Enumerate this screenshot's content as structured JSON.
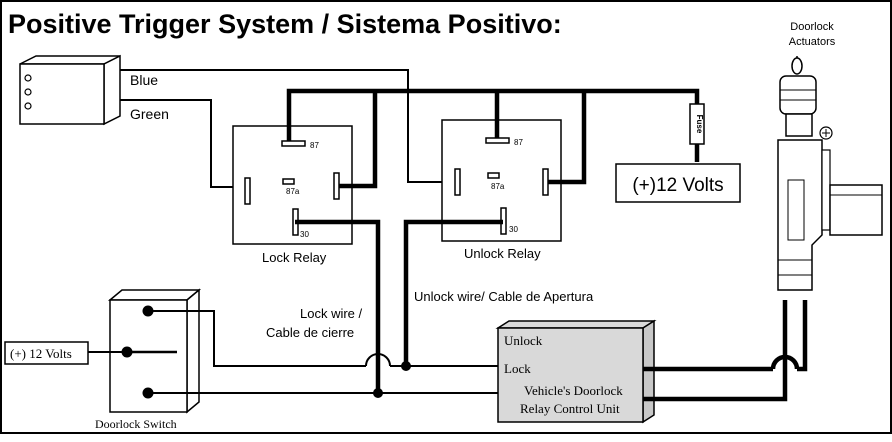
{
  "title": "Positive Trigger System / Sistema Positivo:",
  "actuators": {
    "label_line1": "Doorlock",
    "label_line2": "Actuators"
  },
  "connector": {
    "blue_label": "Blue",
    "green_label": "Green"
  },
  "lock_relay": {
    "name": "Lock Relay",
    "pin_87": "87",
    "pin_87a": "87a",
    "pin_30": "30"
  },
  "unlock_relay": {
    "name": "Unlock Relay",
    "pin_87": "87",
    "pin_87a": "87a",
    "pin_30": "30"
  },
  "fuse": {
    "label": "Fuse"
  },
  "power_right": {
    "label": "(+)12 Volts"
  },
  "power_left": {
    "label": "(+) 12 Volts"
  },
  "lock_wire": {
    "line1": "Lock  wire /",
    "line2": "Cable de cierre"
  },
  "unlock_wire": {
    "label": "Unlock  wire/  Cable de Apertura"
  },
  "control_unit": {
    "unlock_label": "Unlock",
    "lock_label": "Lock",
    "name_line1": "Vehicle's Doorlock",
    "name_line2": "Relay Control Unit",
    "fill_color": "#d9d9d9"
  },
  "switch": {
    "name": "Doorlock Switch"
  },
  "icons": {
    "connector": "wire-connector-icon",
    "actuator": "doorlock-actuator-icon",
    "fuse": "fuse-icon"
  }
}
